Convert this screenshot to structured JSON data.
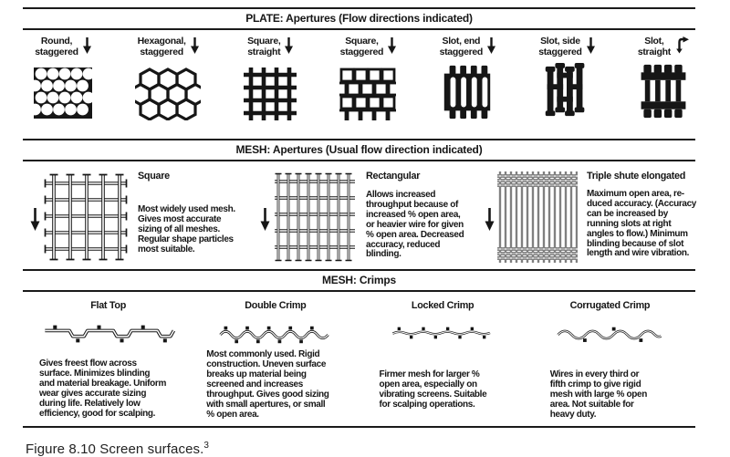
{
  "ink": "#161616",
  "sections": {
    "plate": {
      "header": "PLATE: Apertures (Flow directions indicated)",
      "items": [
        {
          "line1": "Round,",
          "line2": "staggered",
          "arrow": "down",
          "pattern": "round-staggered"
        },
        {
          "line1": "Hexagonal,",
          "line2": "staggered",
          "arrow": "down",
          "pattern": "hexagonal-staggered"
        },
        {
          "line1": "Square,",
          "line2": "straight",
          "arrow": "down",
          "pattern": "square-straight"
        },
        {
          "line1": "Square,",
          "line2": "staggered",
          "arrow": "down",
          "pattern": "square-staggered"
        },
        {
          "line1": "Slot, end",
          "line2": "staggered",
          "arrow": "down",
          "pattern": "slot-end-staggered"
        },
        {
          "line1": "Slot, side",
          "line2": "staggered",
          "arrow": "down",
          "pattern": "slot-side-staggered"
        },
        {
          "line1": "Slot,",
          "line2": "straight",
          "arrow": "up-right-bent",
          "pattern": "slot-straight"
        }
      ]
    },
    "mesh": {
      "header": "MESH: Apertures (Usual flow direction indicated)",
      "items": [
        {
          "title": "Square",
          "arrow": "down",
          "description": "Most widely used mesh.\nGives most accurate\nsizing of all meshes.\nRegular shape particles\nmost suitable."
        },
        {
          "title": "Rectangular",
          "arrow": "down",
          "description": "Allows increased\nthroughput because of\nincreased % open area,\nor heavier wire for given\n% open area. Decreased\naccuracy, reduced\nblinding."
        },
        {
          "title": "Triple shute elongated",
          "arrow": "down",
          "description": "Maximum open area, re-\nduced accuracy. (Accuracy\ncan be increased by\nrunning slots at right\nangles to flow.) Minimum\nblinding because of slot\nlength and wire vibration."
        }
      ]
    },
    "crimps": {
      "header": "MESH: Crimps",
      "items": [
        {
          "title": "Flat Top",
          "description": "Gives freest flow across\nsurface. Minimizes blinding\nand material breakage. Uniform\nwear gives accurate sizing\nduring life. Relatively low\nefficiency, good for scalping."
        },
        {
          "title": "Double Crimp",
          "description": "Most commonly used. Rigid\nconstruction. Uneven surface\nbreaks up material being\nscreened and increases\nthroughput. Gives good sizing\nwith small apertures, or small\n% open area."
        },
        {
          "title": "Locked Crimp",
          "description": "Firmer mesh for larger %\nopen area, especially on\nvibrating screens. Suitable\nfor scalping operations."
        },
        {
          "title": "Corrugated Crimp",
          "description": "Wires in every third or\nfifth crimp to give rigid\nmesh with large % open\narea. Not suitable for\nheavy duty."
        }
      ]
    }
  },
  "caption": {
    "text": "Figure 8.10 Screen surfaces.",
    "sup": "3"
  }
}
